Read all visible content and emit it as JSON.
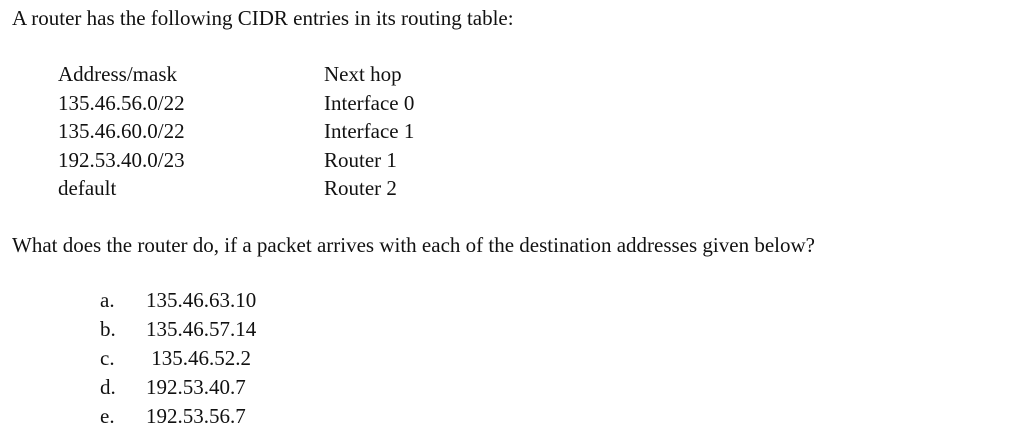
{
  "intro_text": "A router has the following CIDR entries in its routing table:",
  "routing_table": {
    "headers": {
      "address": "Address/mask",
      "next_hop": "Next hop"
    },
    "rows": [
      {
        "address": "135.46.56.0/22",
        "next_hop": "Interface 0"
      },
      {
        "address": "135.46.60.0/22",
        "next_hop": "Interface 1"
      },
      {
        "address": "192.53.40.0/23",
        "next_hop": "Router 1"
      },
      {
        "address": "default",
        "next_hop": "Router 2"
      }
    ]
  },
  "question_text": "What does the router do, if a packet arrives with each of the destination addresses given below?",
  "answers": [
    {
      "letter": "a.",
      "address": "135.46.63.10"
    },
    {
      "letter": "b.",
      "address": "135.46.57.14"
    },
    {
      "letter": "c.",
      "address": " 135.46.52.2"
    },
    {
      "letter": "d.",
      "address": "192.53.40.7"
    },
    {
      "letter": "e.",
      "address": "192.53.56.7"
    }
  ]
}
